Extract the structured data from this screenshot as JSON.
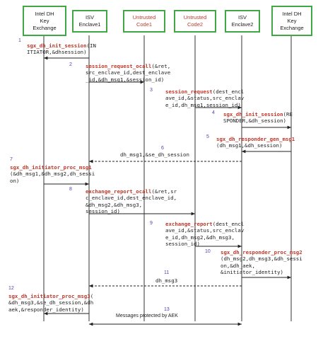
{
  "lanes": [
    {
      "id": "intel_dh_1",
      "label": "Intel DH\nKey\nExchange",
      "color": "#222222"
    },
    {
      "id": "isv_enclave1",
      "label": "ISV\nEnclave1",
      "color": "#222222"
    },
    {
      "id": "untrusted_code1",
      "label": "Untrusted\nCode1",
      "color": "#c0392b"
    },
    {
      "id": "untrusted_code2",
      "label": "Untrusted\nCode2",
      "color": "#c0392b"
    },
    {
      "id": "isv_enclave2",
      "label": "ISV\nEnclave2",
      "color": "#222222"
    },
    {
      "id": "intel_dh_2",
      "label": "Intel DH\nKey\nExchange",
      "color": "#222222"
    }
  ],
  "steps": [
    {
      "num": "1",
      "fn": "sgx_dh_init_session",
      "args": "(IN\nITIATOR,&dhsession)"
    },
    {
      "num": "2",
      "fn": "session_request_ocall",
      "args": "(&ret,\nsrc_enclave_id,dest_enclave\n_id,&dh_msg1,&session_id)"
    },
    {
      "num": "3",
      "fn": "session_request",
      "args": "(dest_encl\nave_id,&status,src_enclav\ne_id,dh_msg1,session_id)"
    },
    {
      "num": "4",
      "fn": "sgx_dh_init_session",
      "args": "(RE\nSPONDER,&dh_session)"
    },
    {
      "num": "5",
      "fn": "sgx_dh_responder_gen_msg1",
      "args": "\n(dh_msg1,&dh_session)"
    },
    {
      "num": "6",
      "fn": "",
      "args": "dh_msg1,&se_dh_session"
    },
    {
      "num": "7",
      "fn": "sgx_dh_initiator_proc_msg1",
      "args": "\n(&dh_msg1,&dh_msg2,dh_sessi\non)"
    },
    {
      "num": "8",
      "fn": "exchange_report_ocall",
      "args": "(&ret,sr\nc_enclave_id,dest_enclave_id,\n&dh_msg2,&dh_msg3,\nsession_id)"
    },
    {
      "num": "9",
      "fn": "exchange_report",
      "args": "(dest_encl\nave_id,&status,src_enclav\ne_id,dh_msg2,&dh_msg3,\nsession_id)"
    },
    {
      "num": "10",
      "fn": "sgx_dh_responder_proc_msg2",
      "args": "\n(dh_msg2,dh_msg3,&dh_sessi\non,&dh_aek,\n&initiator_identity)"
    },
    {
      "num": "11",
      "fn": "",
      "args": "dh_msg3"
    },
    {
      "num": "12",
      "fn": "sgx_dh_initiator_proc_msg3",
      "args": "(\n&dh_msg3,&se_dh_session,&dh\naek,&responder_identity)"
    },
    {
      "num": "13",
      "fn": "",
      "args": "Messages protected by AEK"
    }
  ]
}
